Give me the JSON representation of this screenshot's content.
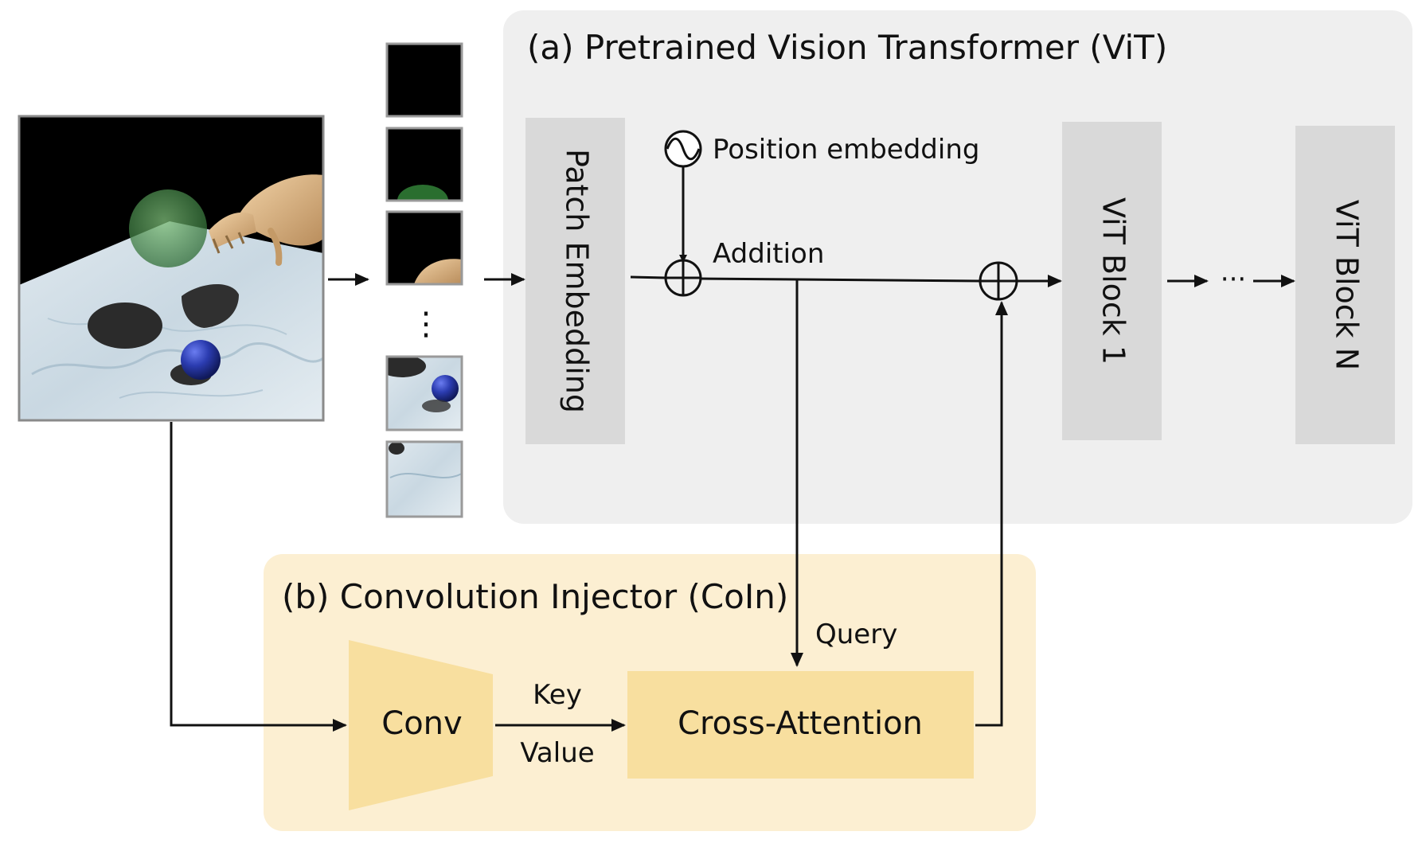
{
  "vit": {
    "title": "(a) Pretrained Vision Transformer (ViT)",
    "patch_embedding": "Patch Embedding",
    "position_embedding": "Position embedding",
    "addition": "Addition",
    "block_first": "ViT Block 1",
    "block_last": "ViT Block N",
    "ellipsis": "···"
  },
  "coin": {
    "title": "(b) Convolution Injector (CoIn)",
    "conv": "Conv",
    "cross_attention": "Cross-Attention",
    "query": "Query",
    "key": "Key",
    "value": "Value"
  },
  "patches": {
    "ellipsis": "⋮"
  },
  "colors": {
    "vit_panel": "#efefef",
    "block": "#d9d9d9",
    "coin_panel": "#fcefd2",
    "coin_block": "#f8df9f"
  }
}
